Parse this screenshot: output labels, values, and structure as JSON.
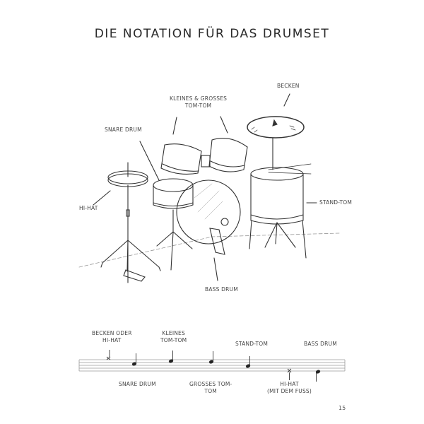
{
  "page": {
    "title": "DIE NOTATION FÜR DAS DRUMSET",
    "page_number": "15"
  },
  "illustration": {
    "labels": {
      "becken": "BECKEN",
      "toms_line1": "KLEINES & GROSSES",
      "toms_line2": "TOM-TOM",
      "snare": "SNARE DRUM",
      "hihat": "HI-HAT",
      "stand_tom": "STAND-TOM",
      "bass_drum": "BASS DRUM"
    }
  },
  "notation": {
    "top_labels": [
      {
        "line1": "BECKEN ODER",
        "line2": "HI-HAT"
      },
      {
        "line1": "KLEINES",
        "line2": "TOM-TOM"
      },
      {
        "line1": "STAND-TOM",
        "line2": ""
      },
      {
        "line1": "BASS DRUM",
        "line2": ""
      }
    ],
    "bottom_labels": [
      {
        "line1": "SNARE DRUM",
        "line2": ""
      },
      {
        "line1": "GROSSES TOM-",
        "line2": "TOM"
      },
      {
        "line1": "HI-HAT",
        "line2": "(MIT DEM FUSS)"
      }
    ],
    "notes": [
      {
        "instrument": "Becken oder Hi-Hat",
        "head": "x",
        "position": "above top line"
      },
      {
        "instrument": "Snare Drum",
        "head": "filled",
        "position": "3rd space"
      },
      {
        "instrument": "Kleines Tom-Tom",
        "head": "filled",
        "position": "top space"
      },
      {
        "instrument": "Grosses Tom-Tom",
        "head": "filled",
        "position": "2nd space from top"
      },
      {
        "instrument": "Stand-Tom",
        "head": "filled",
        "position": "2nd space from bottom"
      },
      {
        "instrument": "Hi-Hat (mit dem Fuss)",
        "head": "x",
        "position": "below bottom line"
      },
      {
        "instrument": "Bass Drum",
        "head": "filled",
        "position": "bottom space",
        "stem": "down"
      }
    ]
  }
}
